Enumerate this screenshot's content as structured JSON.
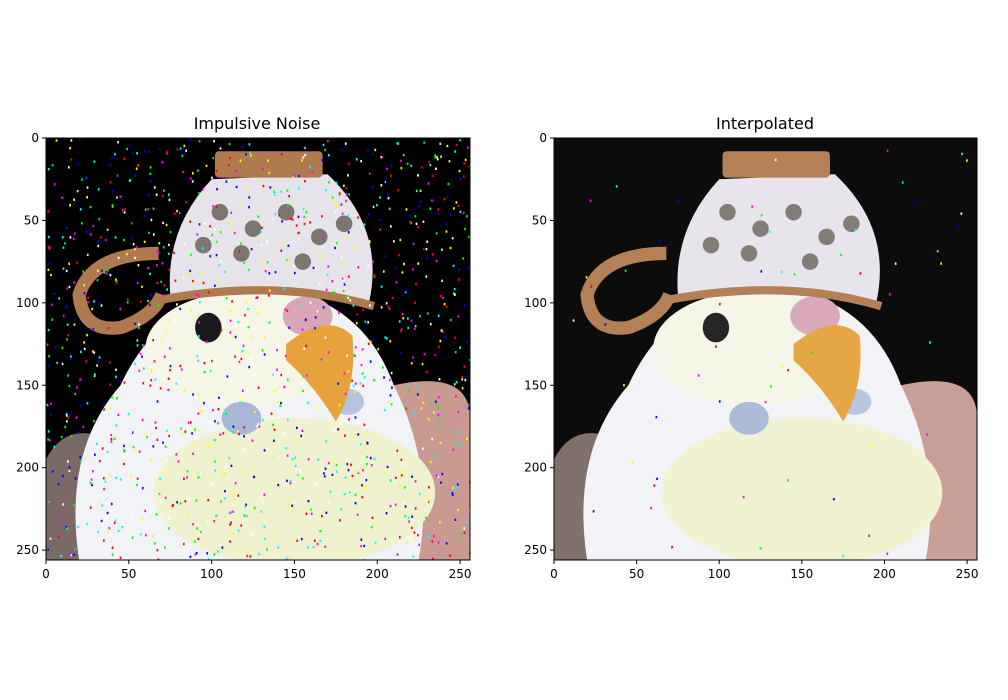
{
  "chart_data": [
    {
      "type": "image",
      "title": "Impulsive Noise",
      "xlim": [
        0,
        256
      ],
      "ylim": [
        256,
        0
      ],
      "x_ticks": [
        0,
        50,
        100,
        150,
        200,
        250
      ],
      "y_ticks": [
        0,
        50,
        100,
        150,
        200,
        250
      ],
      "content": "budgerigar wearing a floral teacup, heavy colored impulsive noise"
    },
    {
      "type": "image",
      "title": "Interpolated",
      "xlim": [
        0,
        256
      ],
      "ylim": [
        256,
        0
      ],
      "x_ticks": [
        0,
        50,
        100,
        150,
        200,
        250
      ],
      "y_ticks": [
        0,
        50,
        100,
        150,
        200,
        250
      ],
      "content": "same budgerigar image after interpolation, mostly cleaned"
    }
  ],
  "colors": {
    "background": "#000000",
    "cup_white": "#e6e4ea",
    "cup_gold": "#b07a50",
    "flower_gray": "#7d7670",
    "bird_white": "#f1f3f6",
    "bird_yellow": "#f0f2cf",
    "beak_orange": "#e6a23c",
    "cere_pink": "#d9a6b8",
    "skin": "#c89a92",
    "noise": [
      "#ff0000",
      "#00ff00",
      "#0000ff",
      "#ffff00",
      "#ff00ff",
      "#00ffff",
      "#ffffff"
    ]
  }
}
